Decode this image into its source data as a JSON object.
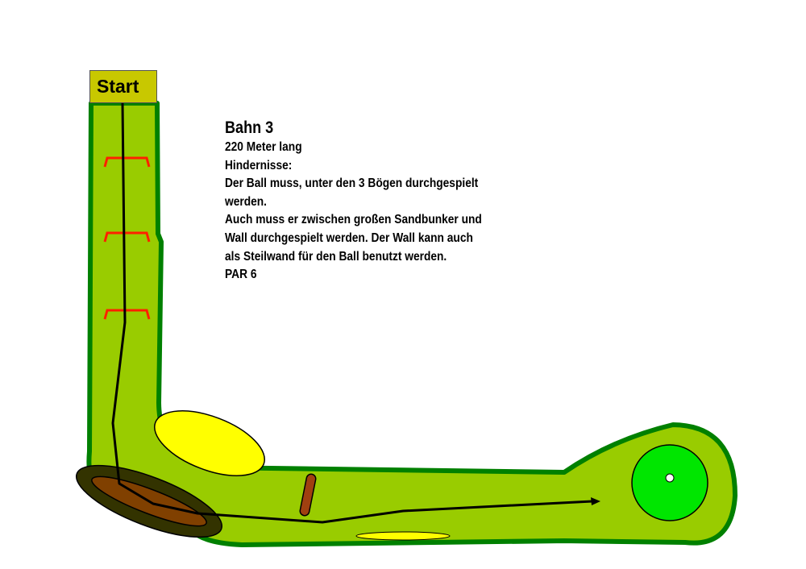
{
  "start_label": "Start",
  "info": {
    "title": "Bahn 3",
    "lines": [
      "220 Meter lang",
      "Hindernisse:",
      "Der Ball muss, unter den 3 Bögen durchgespielt",
      "werden.",
      "Auch muss er zwischen großen Sandbunker und",
      "Wall durchgespielt werden. Der Wall kann auch",
      "als Steilwand für den Ball benutzt werden.",
      "PAR 6"
    ]
  },
  "colors": {
    "fairway": "#99cc00",
    "border": "#008000",
    "sand": "#ffff00",
    "green": "#00e600",
    "water_outer": "#333300",
    "water_inner": "#804000",
    "arches": "#ff2000",
    "start_box": "#c8c800"
  }
}
